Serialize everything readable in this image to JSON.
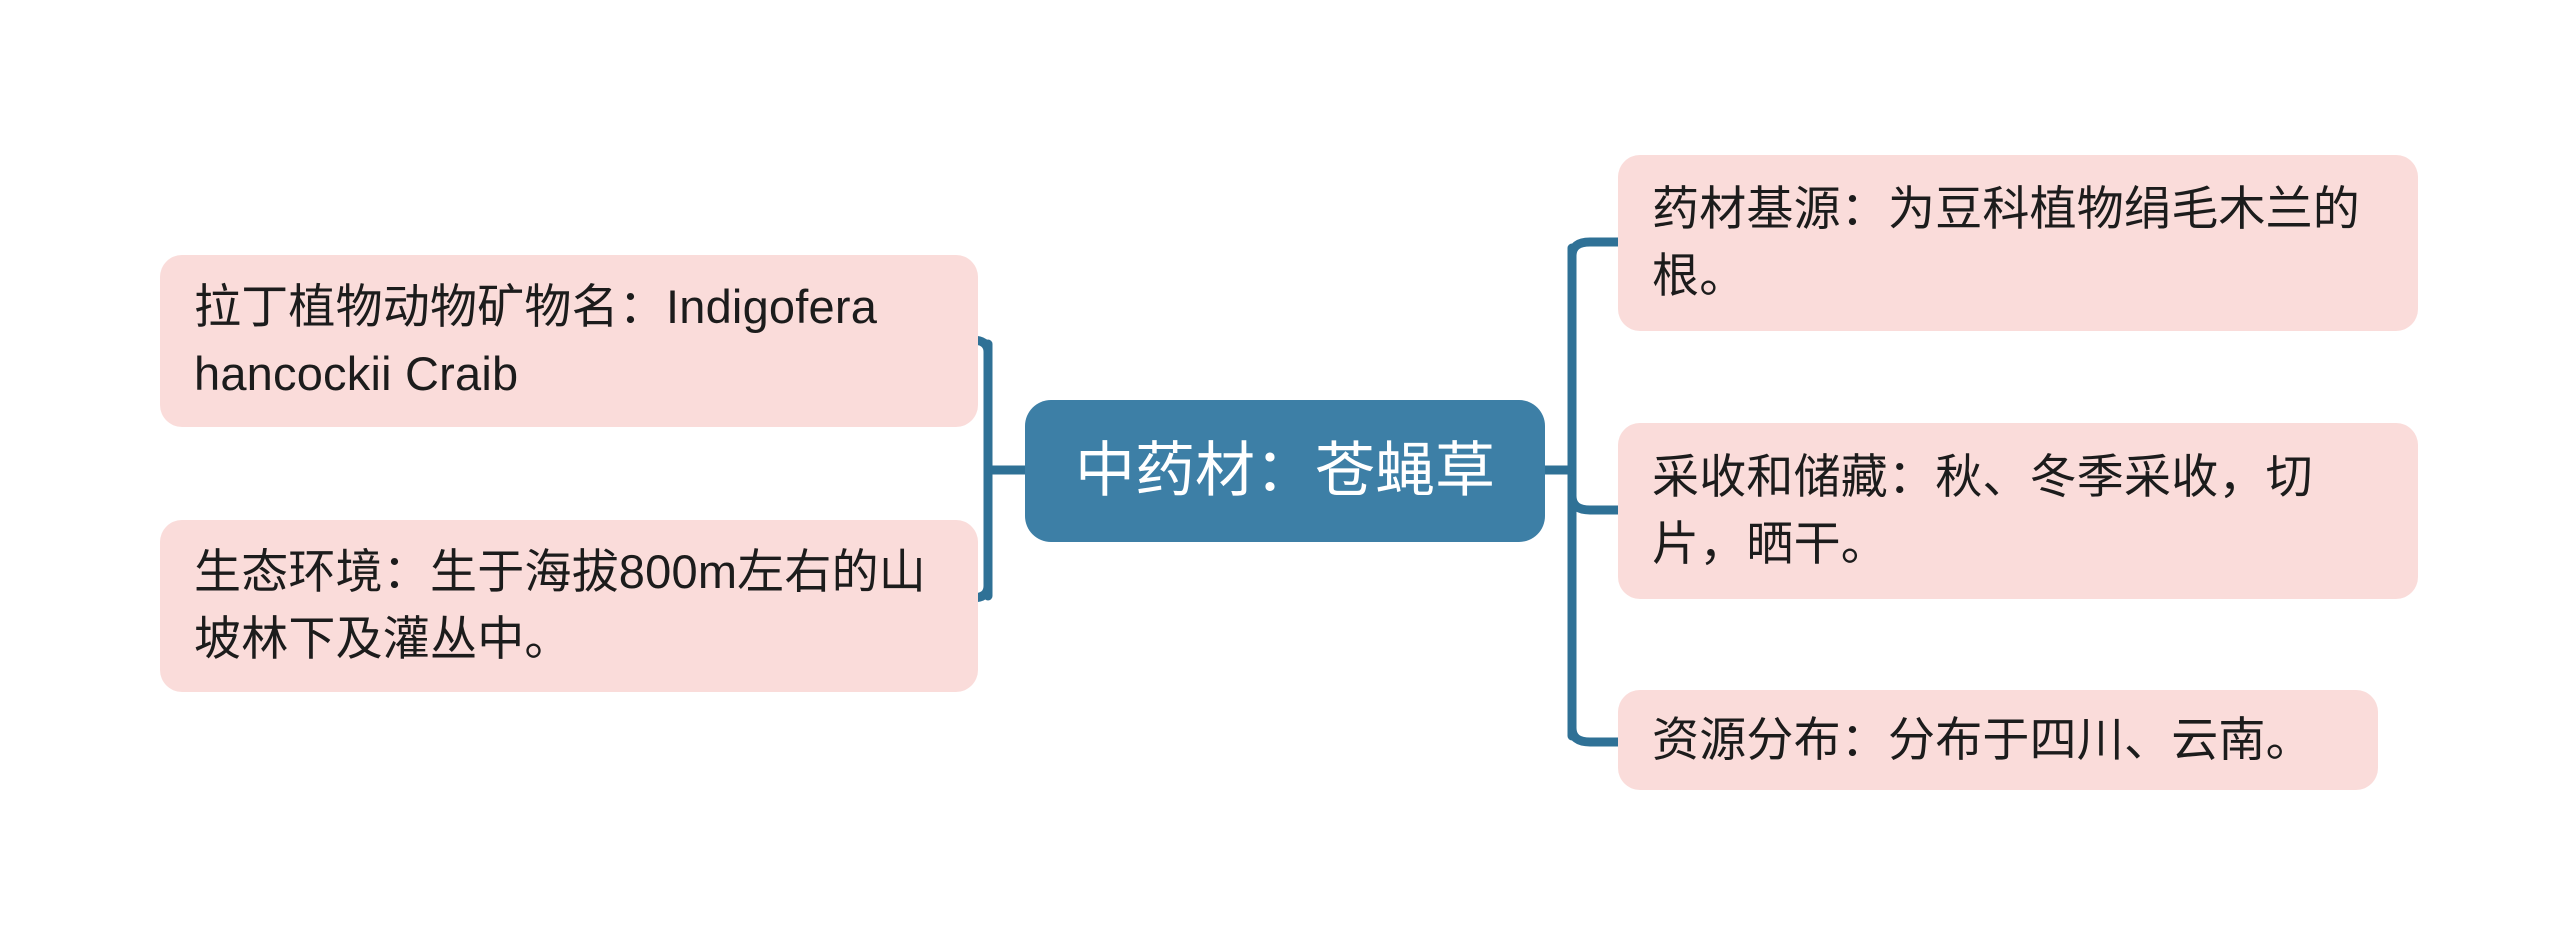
{
  "diagram": {
    "type": "mind-map",
    "title": "中药材：苍蝇草",
    "theme": {
      "leaf_fill": "#fadcda",
      "central_fill": "#3d7fa6",
      "central_text": "#ffffff",
      "leaf_text": "#1c1c1c",
      "connector": "#2f7196",
      "background": "#ffffff"
    },
    "central_node": {
      "label": "中药材：苍蝇草"
    },
    "left_branches": [
      {
        "id": "latin-name",
        "label": "拉丁植物动物矿物名：Indigofera hancockii Craib"
      },
      {
        "id": "ecology",
        "label": "生态环境：生于海拔800m左右的山坡林下及灌丛中。"
      }
    ],
    "right_branches": [
      {
        "id": "source",
        "label": "药材基源：为豆科植物绢毛木兰的根。"
      },
      {
        "id": "harvest-storage",
        "label": "采收和储藏：秋、冬季采收，切片，晒干。"
      },
      {
        "id": "distribution",
        "label": "资源分布：分布于四川、云南。"
      }
    ]
  }
}
